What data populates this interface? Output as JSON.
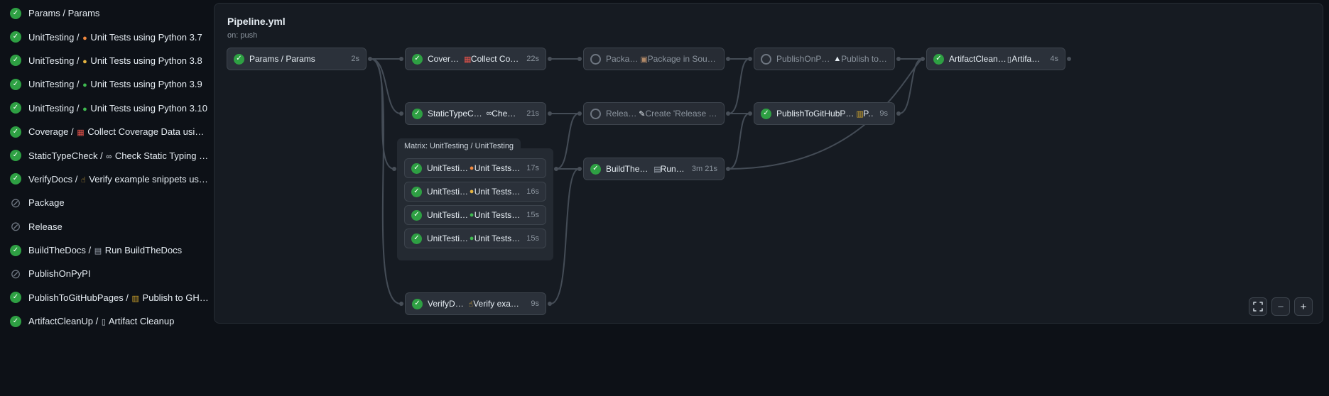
{
  "colors": {
    "success_green": "#2ea043",
    "skipped_gray": "#6e7681",
    "panel_bg": "#161b22",
    "page_bg": "#0d1117",
    "edge_gray": "#444c56"
  },
  "sidebar": {
    "items": [
      {
        "status": "success",
        "parts": [
          {
            "t": "Params / Params"
          }
        ]
      },
      {
        "status": "success",
        "parts": [
          {
            "t": "UnitTesting / "
          },
          {
            "i": "orange-circle"
          },
          {
            "t": " Unit Tests using Python 3.7"
          }
        ]
      },
      {
        "status": "success",
        "parts": [
          {
            "t": "UnitTesting / "
          },
          {
            "i": "yellow-circle"
          },
          {
            "t": " Unit Tests using Python 3.8"
          }
        ]
      },
      {
        "status": "success",
        "parts": [
          {
            "t": "UnitTesting / "
          },
          {
            "i": "green-circle"
          },
          {
            "t": " Unit Tests using Python 3.9"
          }
        ]
      },
      {
        "status": "success",
        "parts": [
          {
            "t": "UnitTesting / "
          },
          {
            "i": "green-circle"
          },
          {
            "t": " Unit Tests using Python 3.10"
          }
        ]
      },
      {
        "status": "success",
        "parts": [
          {
            "t": "Coverage / "
          },
          {
            "i": "chart"
          },
          {
            "t": " Collect Coverage Data using ..."
          }
        ]
      },
      {
        "status": "success",
        "parts": [
          {
            "t": "StaticTypeCheck / "
          },
          {
            "i": "glasses"
          },
          {
            "t": " Check Static Typing usi..."
          }
        ]
      },
      {
        "status": "success",
        "parts": [
          {
            "t": "VerifyDocs / "
          },
          {
            "i": "point-up"
          },
          {
            "t": " Verify example snippets usin..."
          }
        ]
      },
      {
        "status": "skipped",
        "parts": [
          {
            "t": "Package"
          }
        ]
      },
      {
        "status": "skipped",
        "parts": [
          {
            "t": "Release"
          }
        ]
      },
      {
        "status": "success",
        "parts": [
          {
            "t": "BuildTheDocs / "
          },
          {
            "i": "notebook"
          },
          {
            "t": " Run BuildTheDocs"
          }
        ]
      },
      {
        "status": "skipped",
        "parts": [
          {
            "t": "PublishOnPyPI"
          }
        ]
      },
      {
        "status": "success",
        "parts": [
          {
            "t": "PublishToGitHubPages / "
          },
          {
            "i": "books"
          },
          {
            "t": " Publish to GH-P..."
          }
        ]
      },
      {
        "status": "success",
        "parts": [
          {
            "t": "ArtifactCleanUp / "
          },
          {
            "i": "trash"
          },
          {
            "t": " Artifact Cleanup"
          }
        ]
      }
    ]
  },
  "graph": {
    "title": "Pipeline.yml",
    "trigger": "on: push",
    "matrix_label": "Matrix: UnitTesting / UnitTesting",
    "nodes": {
      "params": {
        "status": "success",
        "duration": "2s",
        "parts": [
          {
            "t": "Params / Params"
          }
        ]
      },
      "coverage": {
        "status": "success",
        "duration": "22s",
        "parts": [
          {
            "t": "Coverage / "
          },
          {
            "i": "chart"
          },
          {
            "t": " Collect Cover..."
          }
        ]
      },
      "statictypecheck": {
        "status": "success",
        "duration": "21s",
        "parts": [
          {
            "t": "StaticTypeCheck / "
          },
          {
            "i": "glasses"
          },
          {
            "t": " Check ..."
          }
        ]
      },
      "unittest37": {
        "status": "success",
        "duration": "17s",
        "parts": [
          {
            "t": "UnitTesting / "
          },
          {
            "i": "orange-circle"
          },
          {
            "t": " Unit Tests u..."
          }
        ]
      },
      "unittest38": {
        "status": "success",
        "duration": "16s",
        "parts": [
          {
            "t": "UnitTesting / "
          },
          {
            "i": "yellow-circle"
          },
          {
            "t": " Unit Tests u..."
          }
        ]
      },
      "unittest39": {
        "status": "success",
        "duration": "15s",
        "parts": [
          {
            "t": "UnitTesting / "
          },
          {
            "i": "green-circle"
          },
          {
            "t": " Unit Tests u..."
          }
        ]
      },
      "unittest310": {
        "status": "success",
        "duration": "15s",
        "parts": [
          {
            "t": "UnitTesting / "
          },
          {
            "i": "green-circle"
          },
          {
            "t": " Unit Tests u..."
          }
        ]
      },
      "verifydocs": {
        "status": "success",
        "duration": "9s",
        "parts": [
          {
            "t": "VerifyDocs / "
          },
          {
            "i": "point-up"
          },
          {
            "t": " Verify exampl..."
          }
        ]
      },
      "package": {
        "status": "skipped",
        "duration": "",
        "parts": [
          {
            "t": "Package / "
          },
          {
            "i": "package-box"
          },
          {
            "t": " Package in Source..."
          }
        ]
      },
      "release": {
        "status": "skipped",
        "duration": "",
        "parts": [
          {
            "t": "Release / "
          },
          {
            "i": "memo"
          },
          {
            "t": " Create 'Release Pa..."
          }
        ]
      },
      "buildthedocs": {
        "status": "success",
        "duration": "3m 21s",
        "parts": [
          {
            "t": "BuildTheDocs / "
          },
          {
            "i": "notebook"
          },
          {
            "t": " Run B..."
          }
        ]
      },
      "publishonpypi": {
        "status": "skipped",
        "duration": "",
        "parts": [
          {
            "t": "PublishOnPyPI / "
          },
          {
            "i": "rocket"
          },
          {
            "t": " Publish to P..."
          }
        ]
      },
      "publishtogithubpages": {
        "status": "success",
        "duration": "9s",
        "parts": [
          {
            "t": "PublishToGitHubPages / "
          },
          {
            "i": "books"
          },
          {
            "t": " P..."
          }
        ]
      },
      "artifactcleanup": {
        "status": "success",
        "duration": "4s",
        "parts": [
          {
            "t": "ArtifactCleanUp / "
          },
          {
            "i": "trash"
          },
          {
            "t": " Artifact ..."
          }
        ]
      }
    },
    "controls": {
      "zoom_out": "−",
      "zoom_in": "+"
    }
  }
}
